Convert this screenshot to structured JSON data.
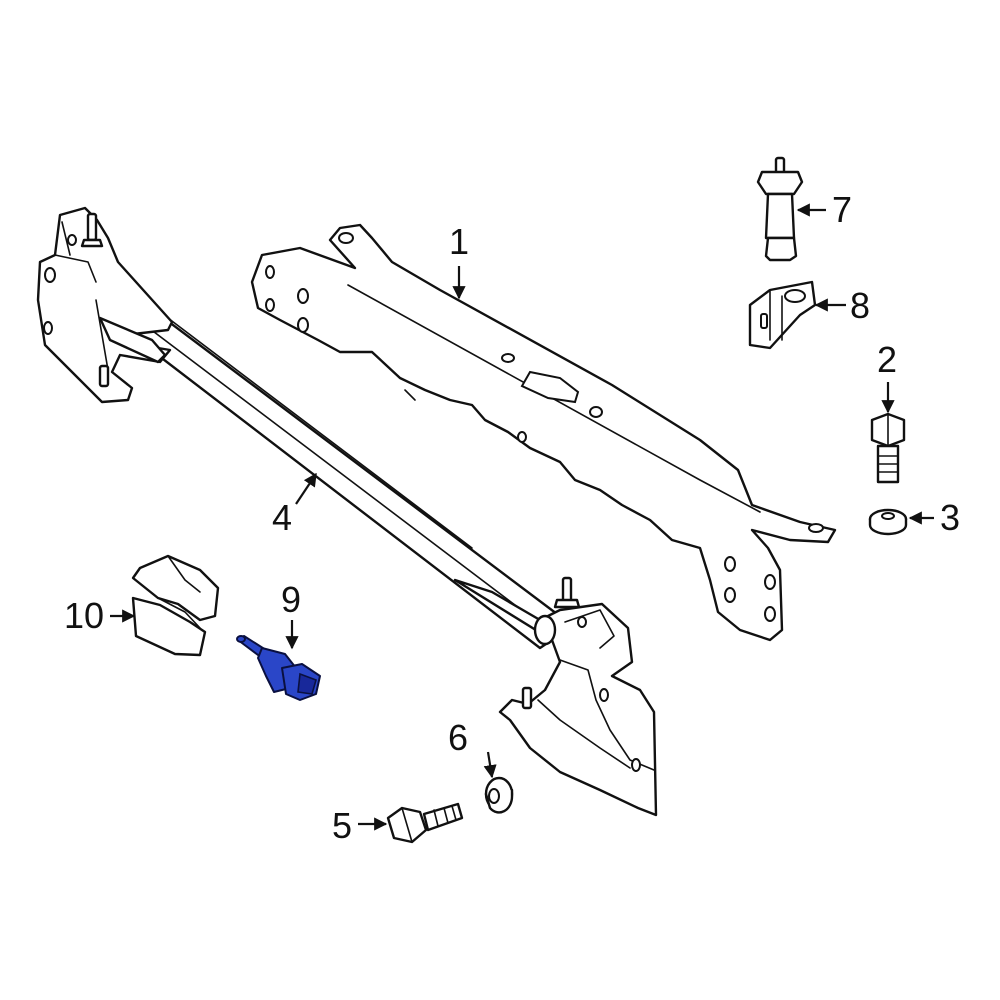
{
  "colors": {
    "highlight": "#2a46c8",
    "line": "#111111",
    "background": "#ffffff"
  },
  "highlighted_part": "9",
  "callouts": [
    {
      "id": "callout-1",
      "label": "1"
    },
    {
      "id": "callout-2",
      "label": "2"
    },
    {
      "id": "callout-3",
      "label": "3"
    },
    {
      "id": "callout-4",
      "label": "4"
    },
    {
      "id": "callout-5",
      "label": "5"
    },
    {
      "id": "callout-6",
      "label": "6"
    },
    {
      "id": "callout-7",
      "label": "7"
    },
    {
      "id": "callout-8",
      "label": "8"
    },
    {
      "id": "callout-9",
      "label": "9"
    },
    {
      "id": "callout-10",
      "label": "10"
    }
  ]
}
